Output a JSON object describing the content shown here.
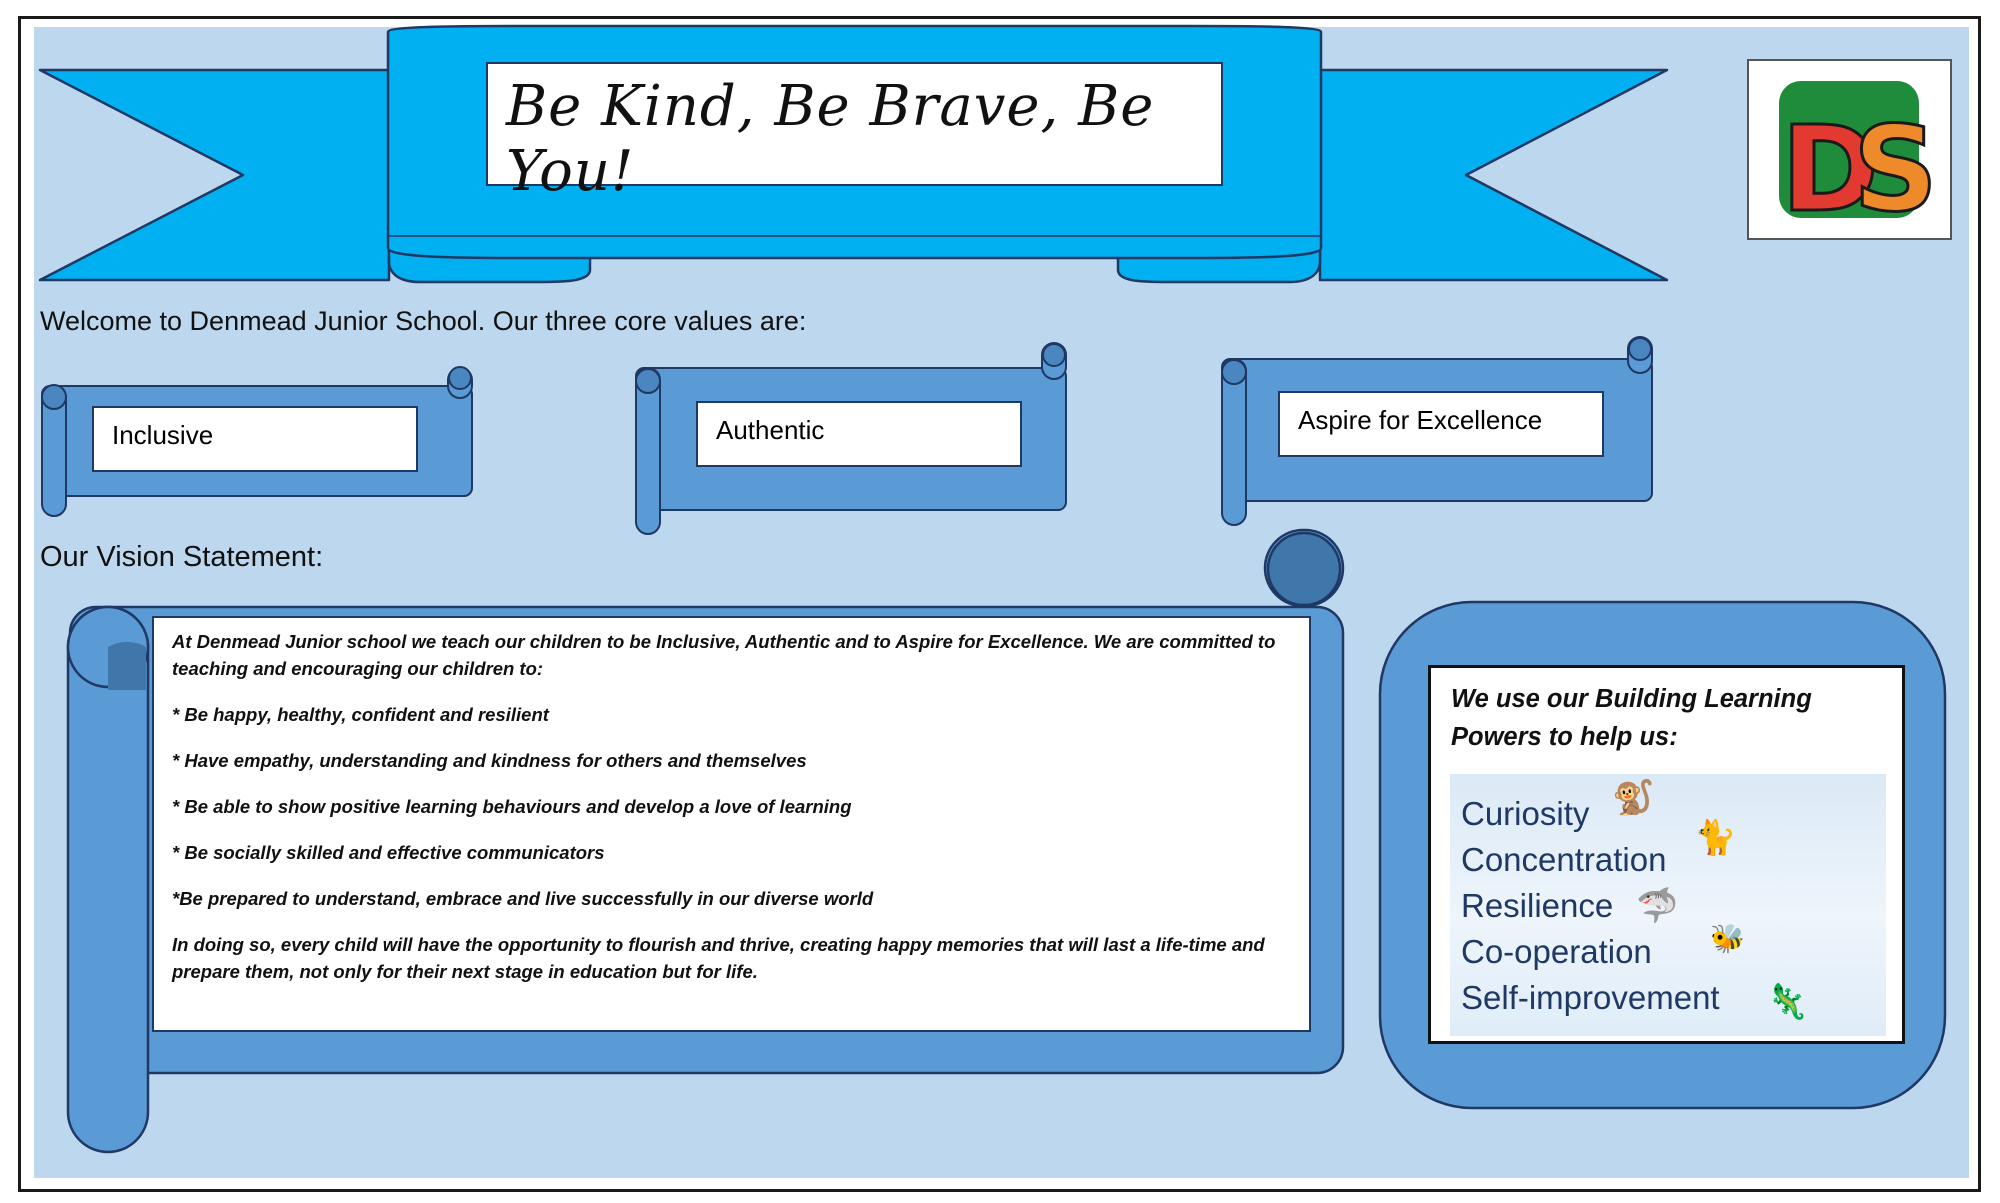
{
  "banner": {
    "motto": "Be Kind, Be Brave, Be You!"
  },
  "logo": {
    "letters": "DS",
    "letter_1": "D",
    "letter_2": "S",
    "colors": [
      "#1e8c3a",
      "#e23a30",
      "#ef8a2b"
    ]
  },
  "intro": {
    "welcome": "Welcome to Denmead Junior School. Our three core values are:"
  },
  "core_values": [
    "Inclusive",
    "Authentic",
    "Aspire for Excellence"
  ],
  "vision": {
    "heading": "Our Vision Statement:",
    "intro": "At Denmead Junior school we teach our children to be Inclusive, Authentic and to Aspire for Excellence. We are committed to teaching and encouraging our children to:",
    "points": [
      "* Be happy, healthy, confident and resilient",
      "* Have empathy, understanding and kindness for others and themselves",
      "* Be able to show positive learning behaviours and develop a love of learning",
      "* Be socially skilled and effective communicators",
      "*Be prepared to understand, embrace and live successfully in our diverse world"
    ],
    "closing": "In doing so, every child will have the opportunity to flourish and thrive, creating happy memories that will last a life-time and prepare them, not only for their next stage in education but for life."
  },
  "learning_powers": {
    "title": "We use our Building Learning Powers to help us:",
    "items": [
      "Curiosity",
      "Concentration",
      "Resilience",
      "Co-operation",
      "Self-improvement"
    ],
    "item_icons": [
      "monkey",
      "cat",
      "shark",
      "bee",
      "chameleon"
    ]
  },
  "colors": {
    "banner": "#00b0f0",
    "scroll": "#5b9bd5",
    "outline": "#1f3864",
    "background": "#bdd7ee"
  }
}
